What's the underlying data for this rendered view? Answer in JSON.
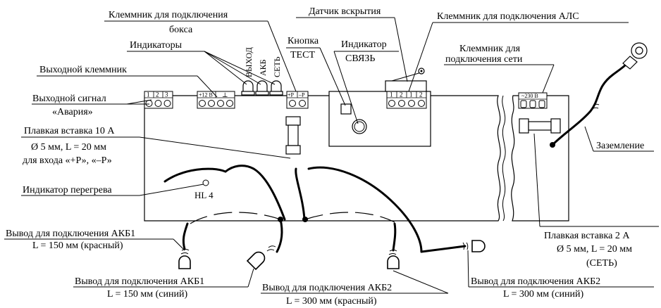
{
  "labels": {
    "terminal_box": "Клеммник для подключения",
    "terminal_box_2": "бокса",
    "tamper_sensor": "Датчик вскрытия",
    "terminal_als": "Клеммник для подключения АЛС",
    "indicators": "Индикаторы",
    "button_test": "Кнопка",
    "button_test_2": "ТЕСТ",
    "indicator_link": "Индикатор",
    "indicator_link_2": "СВЯЗЬ",
    "terminal_net": "Клеммник для",
    "terminal_net_2": "подключения сети",
    "output_terminal": "Выходной клеммник",
    "output_signal": "Выходной сигнал",
    "output_signal_2": "«Авария»",
    "fuse10": "Плавкая вставка 10 А",
    "fuse10_2": "Ø 5 мм, L = 20 мм",
    "fuse10_3": "для входа «+Р», «–Р»",
    "overheat": "Индикатор перегрева",
    "hl4": "HL 4",
    "ground": "Заземление",
    "fuse2": "Плавкая вставка 2 А",
    "fuse2_2": "Ø 5 мм, L = 20 мм",
    "fuse2_3": "(СЕТЬ)",
    "akb1_red": "Вывод для подключения АКБ1",
    "akb1_red_2": "L = 150 мм (красный)",
    "akb1_blue": "Вывод для подключения АКБ1",
    "akb1_blue_2": "L = 150 мм (синий)",
    "akb2_red": "Вывод для подключения АКБ2",
    "akb2_red_2": "L = 300 мм (красный)",
    "akb2_blue": "Вывод для подключения АКБ2",
    "akb2_blue_2": "L = 300 мм (синий)"
  },
  "led_labels": {
    "out": "ВЫХОД",
    "akb": "АКБ",
    "net": "СЕТЬ"
  },
  "terminal_labels": {
    "signal_1": "1",
    "signal_2": "2",
    "signal_3": "3",
    "plus12": "+12 В",
    "ground_sym": "⊥",
    "plusP": "+P",
    "minusP": "–P",
    "als_1": "1",
    "als_2": "2",
    "als_3": "1",
    "als_4": "2",
    "mains": "~230 В"
  }
}
